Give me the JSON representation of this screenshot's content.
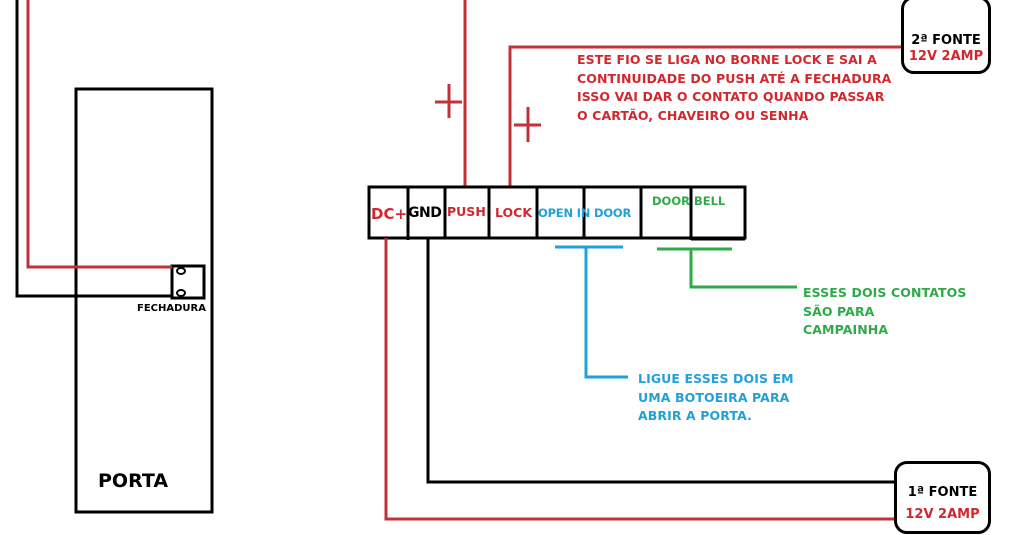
{
  "diagram": {
    "title": "Wiring diagram - access controller, lock and power supplies",
    "colors": {
      "wire_red": "#d0282e",
      "wire_black": "#000000",
      "wire_blue": "#22a0d8",
      "wire_green": "#2eaa48"
    },
    "door": {
      "label": "PORTA",
      "lock_label": "FECHADURA"
    },
    "terminals": [
      {
        "id": "dc",
        "label": "DC+",
        "color": "#d0282e"
      },
      {
        "id": "gnd",
        "label": "GND",
        "color": "#000000"
      },
      {
        "id": "push",
        "label": "PUSH",
        "color": "#d0282e"
      },
      {
        "id": "lock",
        "label": "LOCK",
        "color": "#d0282e"
      },
      {
        "id": "open",
        "label": "OPEN IN DOOR",
        "color": "#22a0d8"
      },
      {
        "id": "bell",
        "label": "DOOR BELL",
        "color": "#2eaa48"
      }
    ],
    "polarity_marks": [
      "+",
      "+"
    ],
    "power_supplies": [
      {
        "id": "psu2",
        "name": "2ª FONTE",
        "rating": "12V 2AMP"
      },
      {
        "id": "psu1",
        "name": "1ª FONTE",
        "rating": "12V 2AMP"
      }
    ],
    "notes": {
      "lock_wire": [
        "ESTE FIO SE LIGA NO BORNE LOCK E SAI A",
        "CONTINUIDADE DO PUSH ATÉ A FECHADURA",
        "ISSO VAI DAR O CONTATO QUANDO PASSAR",
        "O CARTÃO, CHAVEIRO OU SENHA"
      ],
      "door_bell": [
        "ESSES DOIS CONTATOS",
        "SÃO PARA",
        "CAMPAINHA"
      ],
      "open_button": [
        "LIGUE ESSES DOIS EM",
        "UMA BOTOEIRA PARA",
        "ABRIR A PORTA."
      ]
    }
  }
}
